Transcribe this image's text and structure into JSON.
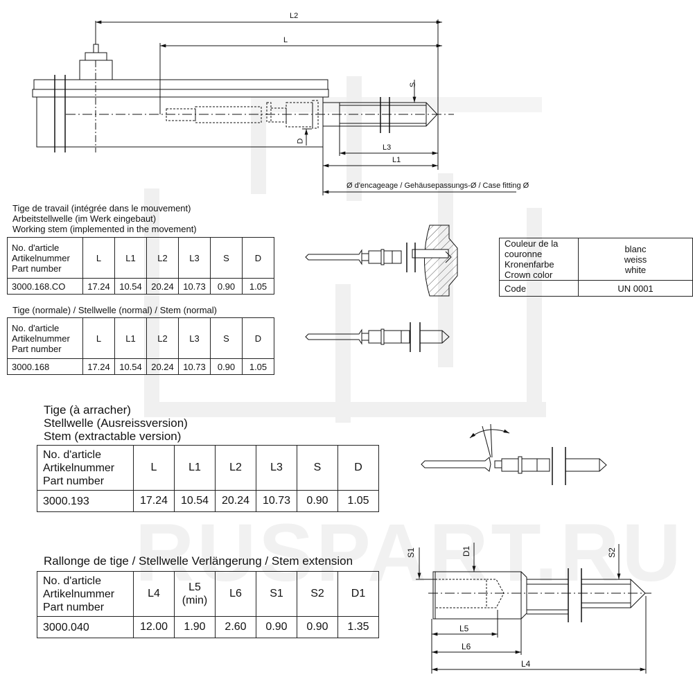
{
  "watermark": {
    "text": "RUSPART.RU"
  },
  "main_drawing": {
    "dimension_labels": {
      "L2": "L2",
      "L": "L",
      "L3": "L3",
      "L1": "L1",
      "S": "S",
      "D": "D"
    },
    "case_fitting_label": "Ø d'encageage / Gehäusepassungs-Ø / Case fitting Ø"
  },
  "working_stem": {
    "title_lines": [
      "Tige de travail (intégrée dans le mouvement)",
      "Arbeitstellwelle (im Werk eingebaut)",
      "Working stem (implemented in the movement)"
    ],
    "part_header_lines": [
      "No. d'article",
      "Artikelnummer",
      "Part number"
    ],
    "columns": [
      "L",
      "L1",
      "L2",
      "L3",
      "S",
      "D"
    ],
    "row": {
      "part_number": "3000.168.CO",
      "values": [
        "17.24",
        "10.54",
        "20.24",
        "10.73",
        "0.90",
        "1.05"
      ]
    }
  },
  "crown_table": {
    "label_lines": [
      "Couleur de la couronne",
      "Kronenfarbe",
      "Crown color"
    ],
    "value_lines": [
      "blanc",
      "weiss",
      "white"
    ],
    "code_label": "Code",
    "code_value": "UN 0001"
  },
  "normal_stem": {
    "title": "Tige (normale) / Stellwelle (normal) / Stem (normal)",
    "part_header_lines": [
      "No. d'article",
      "Artikelnummer",
      "Part number"
    ],
    "columns": [
      "L",
      "L1",
      "L2",
      "L3",
      "S",
      "D"
    ],
    "row": {
      "part_number": "3000.168",
      "values": [
        "17.24",
        "10.54",
        "20.24",
        "10.73",
        "0.90",
        "1.05"
      ]
    }
  },
  "extractable_stem": {
    "title_lines": [
      "Tige (à arracher)",
      "Stellwelle (Ausreissversion)",
      "Stem (extractable version)"
    ],
    "part_header_lines": [
      "No. d'article",
      "Artikelnummer",
      "Part number"
    ],
    "columns": [
      "L",
      "L1",
      "L2",
      "L3",
      "S",
      "D"
    ],
    "row": {
      "part_number": "3000.193",
      "values": [
        "17.24",
        "10.54",
        "20.24",
        "10.73",
        "0.90",
        "1.05"
      ]
    }
  },
  "stem_extension": {
    "title": "Rallonge de tige / Stellwelle Verlängerung / Stem extension",
    "part_header_lines": [
      "No. d'article",
      "Artikelnummer",
      "Part number"
    ],
    "columns": [
      "L4",
      "L5",
      "L6",
      "S1",
      "S2",
      "D1"
    ],
    "column_sub": [
      "",
      "(min)",
      "",
      "",
      "",
      ""
    ],
    "row": {
      "part_number": "3000.040",
      "values": [
        "12.00",
        "1.90",
        "2.60",
        "0.90",
        "0.90",
        "1.35"
      ]
    },
    "dimension_labels": {
      "S1": "S1",
      "D1": "D1",
      "S2": "S2",
      "L5": "L5",
      "L6": "L6",
      "L4": "L4"
    }
  }
}
